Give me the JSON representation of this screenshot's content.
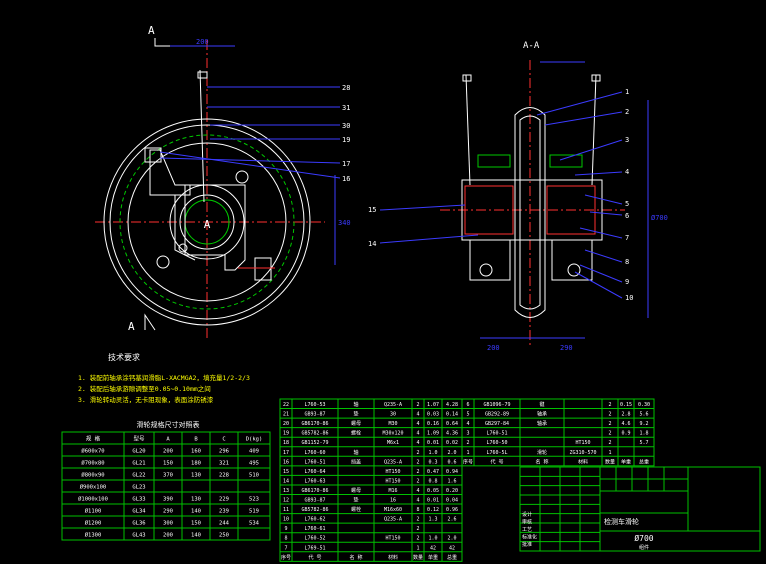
{
  "colors": {
    "background": "#000000",
    "outline": "#ffffff",
    "dimension": "#3b3bff",
    "center_line": "#ff3030",
    "hidden_line": "#00c800",
    "table_line": "#00c000",
    "table_text": "#ffffff",
    "note_text": "#ffff00",
    "part_hatch": "#ff3030"
  },
  "views": {
    "section_label_left_top": "A",
    "section_label_left_bottom": "A",
    "section_label_center": "A",
    "section_title": "A-A",
    "dim_top": "200",
    "dim_right": "340",
    "dim_bottom_left": "200",
    "dim_bottom_right": "290",
    "dim_section_height": "Ø700"
  },
  "left_balloons": [
    "28",
    "31",
    "30",
    "19",
    "17",
    "16"
  ],
  "right_left_balloons": [
    "15",
    "14"
  ],
  "right_balloons": [
    "1",
    "2",
    "3",
    "4",
    "5",
    "6",
    "7",
    "8",
    "9",
    "10"
  ],
  "notes": {
    "title": "技术要求",
    "items": [
      "1.  装配前轴承涂钙基润滑脂L-XACMGA2，填充量1/2-2/3",
      "2.  装配后轴承游隙调整至0.05~0.10mm之间",
      "3.  滑轮转动灵活，无卡阻现象，表面涂防锈漆"
    ]
  },
  "spec_table": {
    "title": "滑轮规格尺寸对照表",
    "headers": [
      "规 格",
      "型号",
      "A",
      "B",
      "C",
      "D(kg)"
    ],
    "rows": [
      [
        "Ø600x70",
        "GL20",
        "200",
        "160",
        "296",
        "409"
      ],
      [
        "Ø700x80",
        "GL21",
        "150",
        "180",
        "321",
        "495"
      ],
      [
        "Ø800x90",
        "GL22",
        "370",
        "130",
        "228",
        "510"
      ],
      [
        "Ø900x100",
        "GL23",
        "",
        "",
        "",
        ""
      ],
      [
        "Ø1000x100",
        "GL33",
        "390",
        "130",
        "229",
        "523"
      ],
      [
        "Ø1100",
        "GL34",
        "290",
        "140",
        "239",
        "519"
      ],
      [
        "Ø1200",
        "GL36",
        "300",
        "150",
        "244",
        "534"
      ],
      [
        "Ø1300",
        "GL43",
        "200",
        "140",
        "250",
        ""
      ]
    ]
  },
  "bom_left": [
    [
      "22",
      "L760-53",
      "轴",
      "Q235-A",
      "2",
      "1.07",
      "4.28"
    ],
    [
      "21",
      "GB93-87",
      "垫",
      "30",
      "4",
      "0.03",
      "0.14"
    ],
    [
      "20",
      "GB6170-86",
      "螺母",
      "M30",
      "4",
      "0.16",
      "0.64"
    ],
    [
      "19",
      "GB5782-86",
      "螺栓",
      "M30x120",
      "4",
      "1.09",
      "4.36"
    ],
    [
      "18",
      "GB1152-79",
      "",
      "M6x1",
      "4",
      "0.01",
      "0.02"
    ],
    [
      "17",
      "L760-60",
      "轴",
      "",
      "2",
      "1.0",
      "2.0"
    ],
    [
      "16",
      "L760-51",
      "挡盖",
      "Q235-A",
      "2",
      "0.3",
      "0.6"
    ],
    [
      "15",
      "L760-64",
      "",
      "HT150",
      "2",
      "0.47",
      "0.94"
    ],
    [
      "14",
      "L760-63",
      "",
      "HT150",
      "2",
      "0.8",
      "1.6"
    ],
    [
      "13",
      "GB6170-86",
      "螺母",
      "M16",
      "4",
      "0.05",
      "0.20"
    ],
    [
      "12",
      "GB93-87",
      "垫",
      "16",
      "4",
      "0.01",
      "0.04"
    ],
    [
      "11",
      "GB5782-86",
      "螺栓",
      "M16x60",
      "8",
      "0.12",
      "0.96"
    ],
    [
      "10",
      "L760-62",
      "",
      "Q235-A",
      "2",
      "1.3",
      "2.6"
    ],
    [
      "9",
      "L760-61",
      "",
      "",
      "2",
      "",
      ""
    ],
    [
      "8",
      "L760-52",
      "",
      "HT150",
      "2",
      "1.0",
      "2.0"
    ],
    [
      "7",
      "L769-51",
      "",
      "",
      "1",
      "42",
      "42"
    ]
  ],
  "bom_right": [
    [
      "6",
      "GB1096-79",
      "键",
      "",
      "2",
      "0.15",
      "0.30"
    ],
    [
      "5",
      "GB292-89",
      "轴承",
      "",
      "2",
      "2.8",
      "5.6"
    ],
    [
      "4",
      "GB297-84",
      "轴承",
      "",
      "2",
      "4.6",
      "9.2"
    ],
    [
      "3",
      "L760-51",
      "",
      "",
      "2",
      "0.9",
      "1.8"
    ],
    [
      "2",
      "L760-50",
      "",
      "HT150",
      "2",
      "",
      "5.7"
    ],
    [
      "1",
      "L760-5L",
      "滑轮",
      "ZG310-570",
      "1",
      "",
      ""
    ]
  ],
  "bom_header": [
    "序号",
    "代 号",
    "名 称",
    "材料",
    "数量",
    "单重",
    "总重"
  ],
  "title_block": {
    "name": "检测车滑轮",
    "spec": "Ø700",
    "note": "组件",
    "labels": [
      "设计",
      "审核",
      "工艺",
      "标准化",
      "批准"
    ]
  }
}
